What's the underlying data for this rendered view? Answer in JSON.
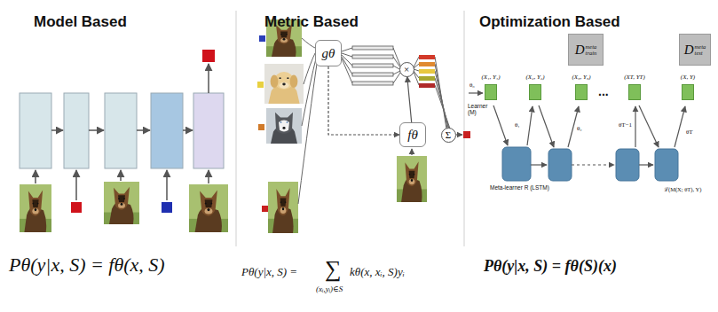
{
  "diagram": {
    "nodes": [
      {
        "text": [
          "gθ"
        ]
      },
      {
        "text": [
          "×"
        ]
      },
      {
        "text": [
          "fθ"
        ]
      },
      {
        "text": [
          "Σ"
        ]
      },
      {
        "text": [
          "D",
          "meta",
          "train"
        ]
      },
      {
        "text": [
          "D",
          "meta",
          "test"
        ]
      },
      {
        "text": [
          "(X₁, Y₁)"
        ]
      },
      {
        "text": [
          "(X₂, Y₂)"
        ]
      },
      {
        "text": [
          "(X₃, Y₃)"
        ]
      },
      {
        "text": [
          "(XT, YT)"
        ]
      },
      {
        "text": [
          "(X, Y)"
        ]
      }
    ],
    "edges": [
      {
        "from": 0,
        "to": 2,
        "arrow": "to"
      },
      {
        "from": 2,
        "to": 1,
        "arrow": "to"
      }
    ],
    "labels": [
      "Model Based",
      "Metric Based",
      "Optimization Based",
      "Pθ(y|x, S) = fθ(x, S)",
      "Pθ(y|x, S) =",
      "∑",
      "(xᵢ,yᵢ)∈S",
      "kθ(x, xᵢ, S)yᵢ",
      "Pθ(y|x, S) = fθ(S)(x)",
      "Learner (M)",
      "Meta-learner R (LSTM)",
      "...",
      "θ₀",
      "θ₁",
      "θ₂",
      "θT−1",
      "θT",
      "ℒ(M(X; θT), Y)"
    ]
  }
}
